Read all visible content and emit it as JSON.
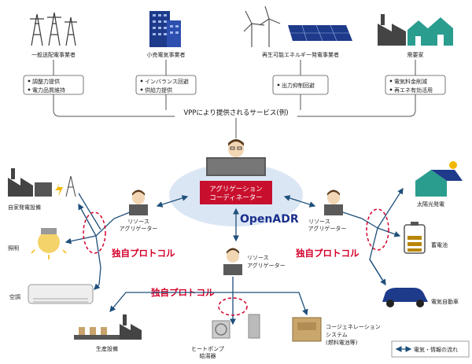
{
  "top": {
    "actors": [
      {
        "label": "一般送配電事業者",
        "services": [
          "調整力提供",
          "電力品質維持"
        ]
      },
      {
        "label": "小売電気事業者",
        "services": [
          "インバランス回避",
          "供給力提供"
        ]
      },
      {
        "label": "再生可能エネルギー発電事業者",
        "services": [
          "出力抑制回避"
        ]
      },
      {
        "label": "需要家",
        "services": [
          "電気料金削減",
          "再エネ有効活用"
        ]
      }
    ],
    "vpp_label": "VPPにより提供されるサービス(例)"
  },
  "center": {
    "coordinator_line1": "アグリゲーション",
    "coordinator_line2": "コーディネーター",
    "openadr_label": "OpenADR"
  },
  "aggregators": {
    "left": {
      "line1": "リソース",
      "line2": "アグリゲーター"
    },
    "right": {
      "line1": "リソース",
      "line2": "アグリゲーター"
    },
    "bottom": {
      "line1": "リソース",
      "line2": "アグリゲーター"
    }
  },
  "protocol_label": "独自プロトコル",
  "resources": {
    "left": [
      "自家発電設備",
      "照明",
      "空調"
    ],
    "bottom": [
      "生産設備",
      "ヒートポンプ",
      "給湯器",
      "コージェネレーション",
      "システム",
      "(燃料電池等)"
    ],
    "right": [
      "太陽光発電",
      "蓄電池",
      "電気自動車"
    ]
  },
  "legend_label": "電気・情報の流れ",
  "colors": {
    "accent_blue": "#1a2f8c",
    "coordinator_red": "#c8102e",
    "protocol_red": "#d4002a",
    "ellipse_blue": "#dbe6f4",
    "line_blue": "#1e4f7a"
  },
  "icons": [
    "transmission-tower-icon",
    "building-icon",
    "wind-solar-icon",
    "factory-house-icon",
    "person-laptop-icon",
    "factory-generator-icon",
    "light-bulb-icon",
    "air-conditioner-icon",
    "conveyor-factory-icon",
    "heat-pump-icon",
    "cogeneration-icon",
    "house-solar-icon",
    "battery-icon",
    "electric-car-icon"
  ]
}
